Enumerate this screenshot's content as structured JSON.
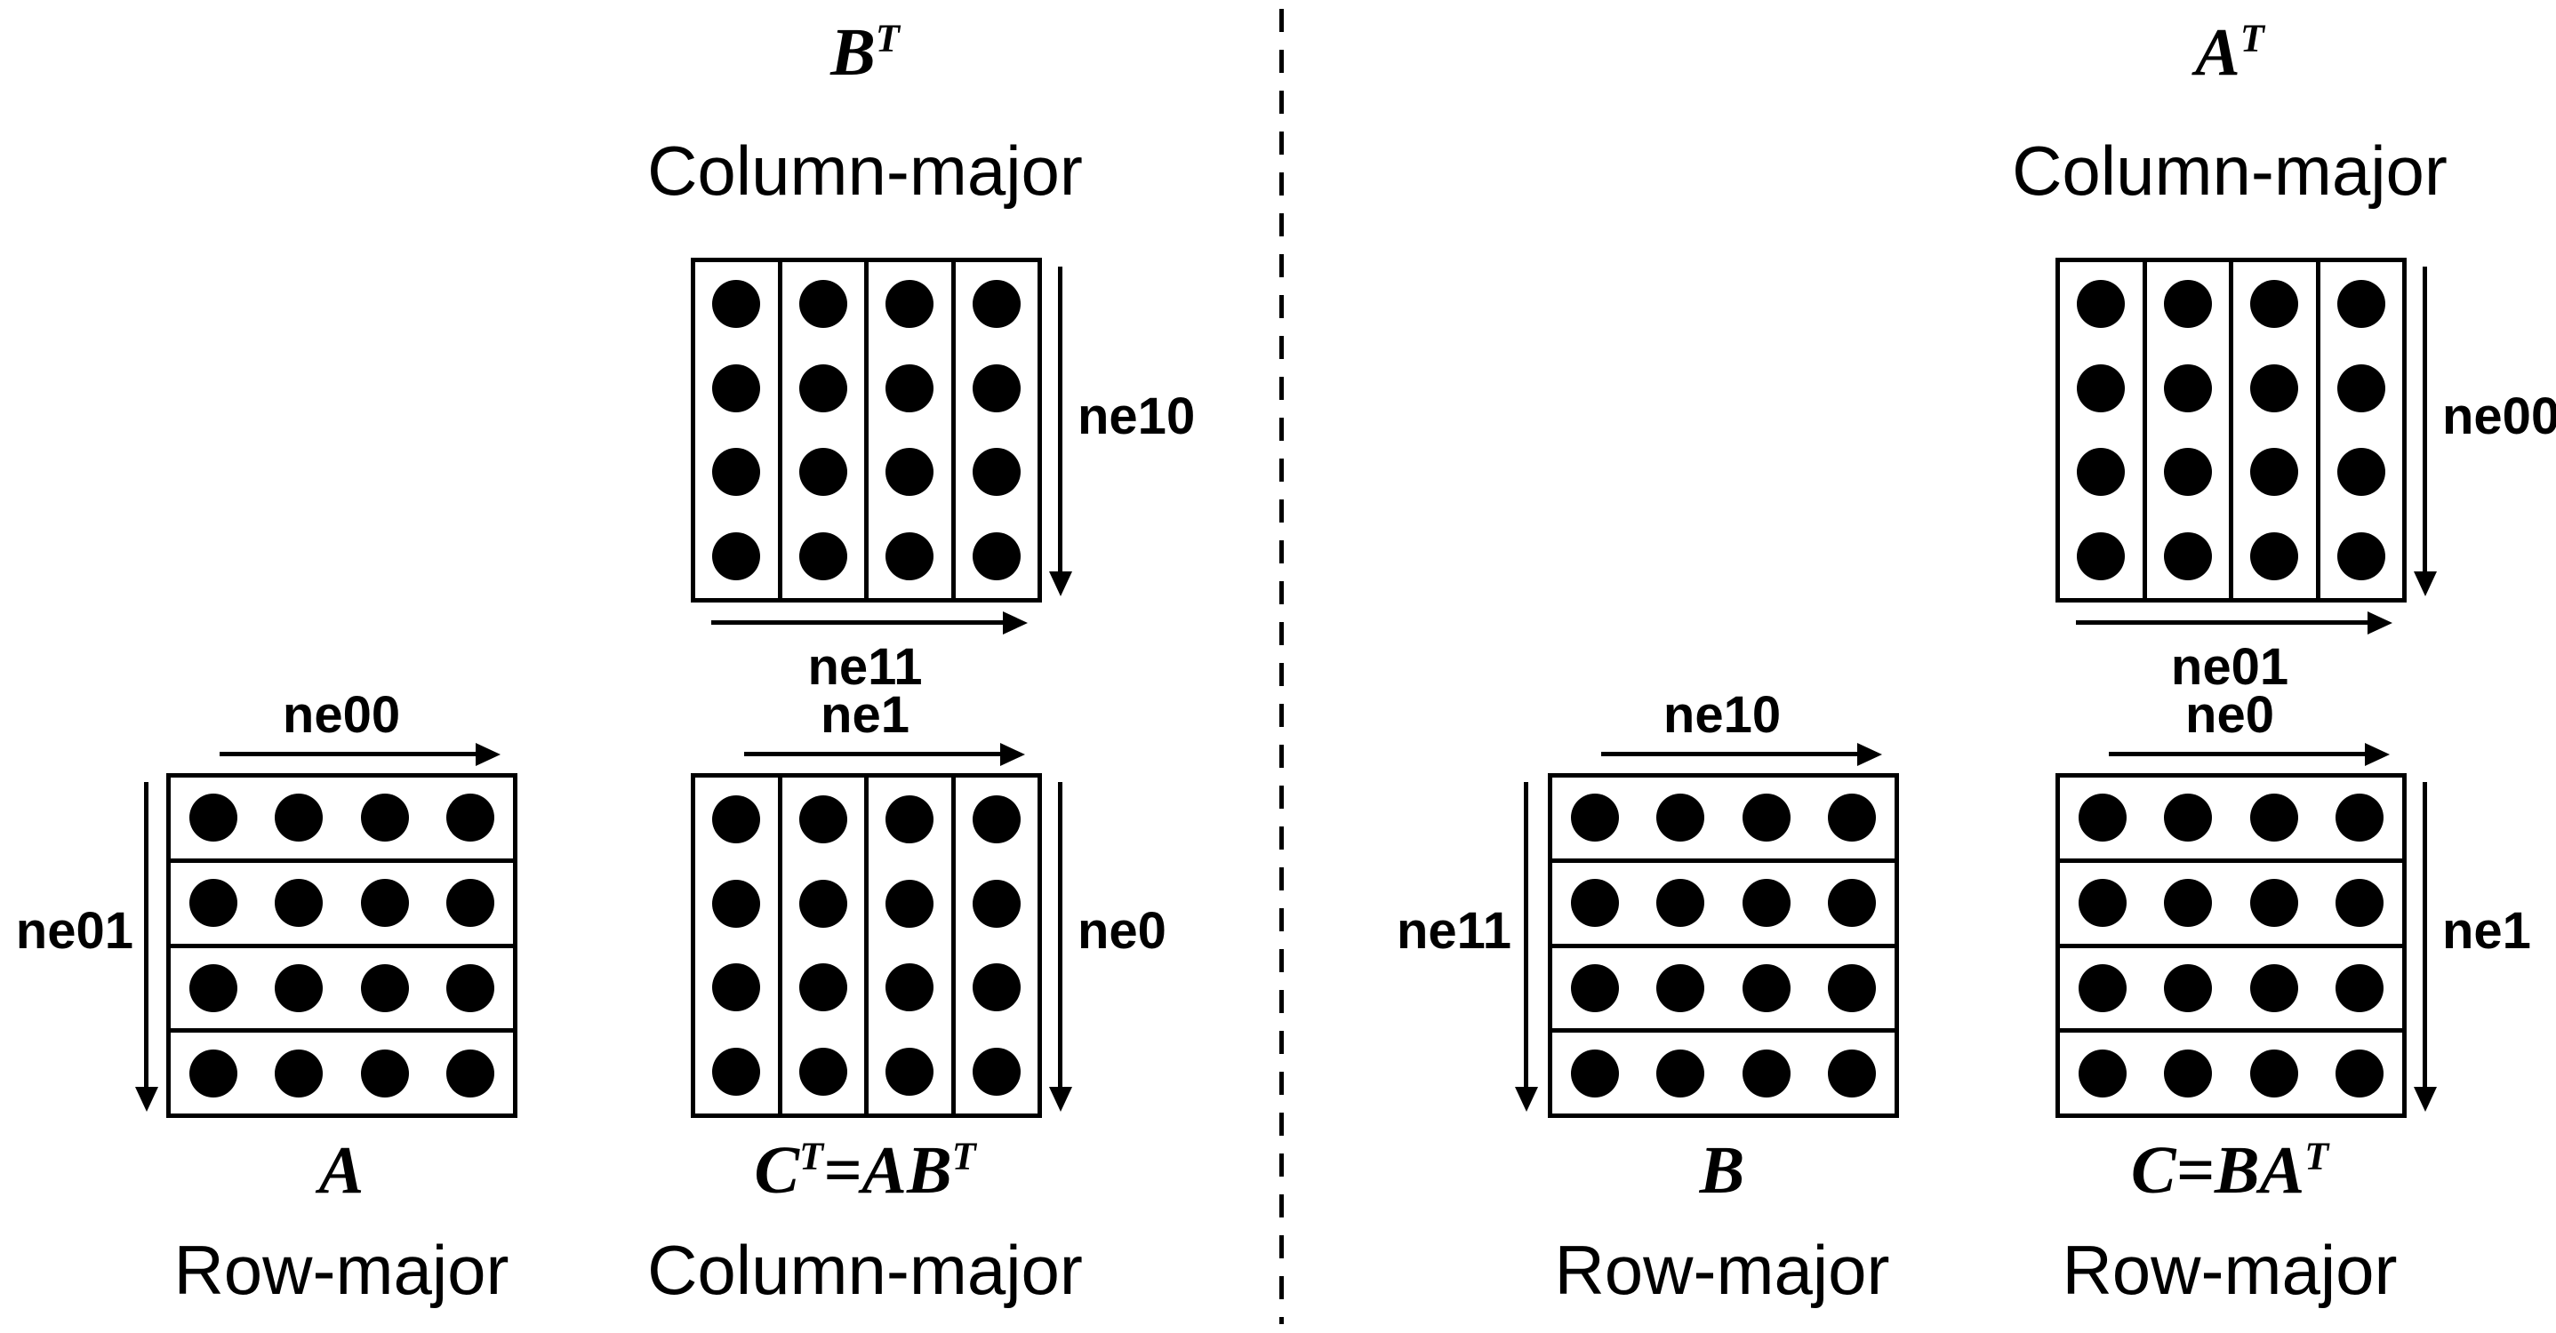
{
  "figure": {
    "background": "#ffffff",
    "ink": "#000000",
    "description_visible_text_only": true
  },
  "matrices": {
    "bt": {
      "label": "B^T",
      "name_segments": [
        {
          "t": "B"
        },
        {
          "t": "T",
          "sup": true
        }
      ],
      "storage": "Column-major",
      "grid": {
        "rows": 4,
        "cols": 4,
        "orientation": "column"
      },
      "arrows": {
        "right": "ne10",
        "bottom": "ne11"
      }
    },
    "a": {
      "label": "A",
      "name_segments": [
        {
          "t": "A"
        }
      ],
      "storage": "Row-major",
      "grid": {
        "rows": 4,
        "cols": 4,
        "orientation": "row"
      },
      "arrows": {
        "top": "ne00",
        "left": "ne01"
      }
    },
    "ct": {
      "label": "C^T=AB^T",
      "name_segments": [
        {
          "t": "C"
        },
        {
          "t": "T",
          "sup": true
        },
        {
          "t": "=AB"
        },
        {
          "t": "T",
          "sup": true
        }
      ],
      "storage": "Column-major",
      "grid": {
        "rows": 4,
        "cols": 4,
        "orientation": "column"
      },
      "arrows": {
        "top": "ne1",
        "right": "ne0"
      }
    },
    "at": {
      "label": "A^T",
      "name_segments": [
        {
          "t": "A"
        },
        {
          "t": "T",
          "sup": true
        }
      ],
      "storage": "Column-major",
      "grid": {
        "rows": 4,
        "cols": 4,
        "orientation": "column"
      },
      "arrows": {
        "right": "ne00",
        "bottom": "ne01"
      }
    },
    "b": {
      "label": "B",
      "name_segments": [
        {
          "t": "B"
        }
      ],
      "storage": "Row-major",
      "grid": {
        "rows": 4,
        "cols": 4,
        "orientation": "row"
      },
      "arrows": {
        "top": "ne10",
        "left": "ne11"
      }
    },
    "c": {
      "label": "C=BA^T",
      "name_segments": [
        {
          "t": "C"
        },
        {
          "t": "=BA"
        },
        {
          "t": "T",
          "sup": true
        }
      ],
      "storage": "Row-major",
      "grid": {
        "rows": 4,
        "cols": 4,
        "orientation": "row"
      },
      "arrows": {
        "top": "ne0",
        "right": "ne1"
      }
    }
  }
}
